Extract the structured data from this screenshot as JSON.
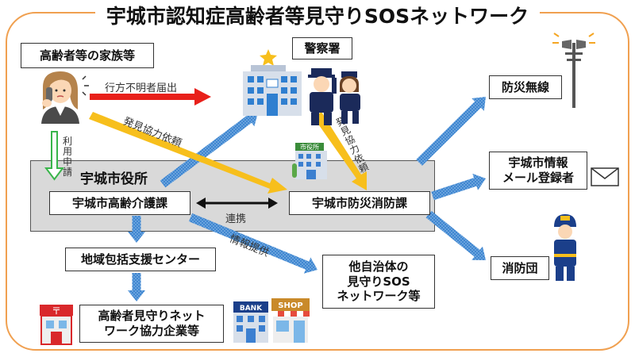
{
  "title": "宇城市認知症高齢者等見守りSOSネットワーク",
  "nodes": {
    "family": "高齢者等の家族等",
    "police": "警察署",
    "bousai_musen": "防災無線",
    "city_office": "宇城市役所",
    "koreikaigo": "宇城市高齢介護課",
    "bosai_shobo": "宇城市防災消防課",
    "mail": "宇城市情報\nメール登録者",
    "shobodan": "消防団",
    "chiiki": "地域包括支援センター",
    "tajichitai": "他自治体の\n見守りSOS\nネットワーク等",
    "kigyo": "高齢者見守りネット\nワーク協力企業等"
  },
  "edges": {
    "yukue": "行方不明者届出",
    "hakken1": "発見協力依頼",
    "hakken2": "発見協力依頼",
    "riyou": "利用申請",
    "renkei": "連携",
    "jouhou": "情報提供"
  },
  "icons": {
    "family": "woman-on-phone-icon",
    "police": "police-station-icon",
    "officers": "police-officers-icon",
    "cityhall": "city-hall-icon",
    "siren": "loudspeaker-tower-icon",
    "mail": "envelope-icon",
    "firefighter": "firefighter-icon",
    "post": "post-office-icon",
    "bank": "bank-icon",
    "shop": "shop-icon"
  },
  "signs": {
    "cityhall": "市役所",
    "bank": "BANK",
    "shop": "SHOP",
    "post": "〒"
  },
  "colors": {
    "frame": "#f0a050",
    "red_arrow": "#e8201a",
    "yellow_arrow": "#f7bf1c",
    "green_arrow": "#39b54a",
    "blue_arrow": "#4a90d9"
  }
}
